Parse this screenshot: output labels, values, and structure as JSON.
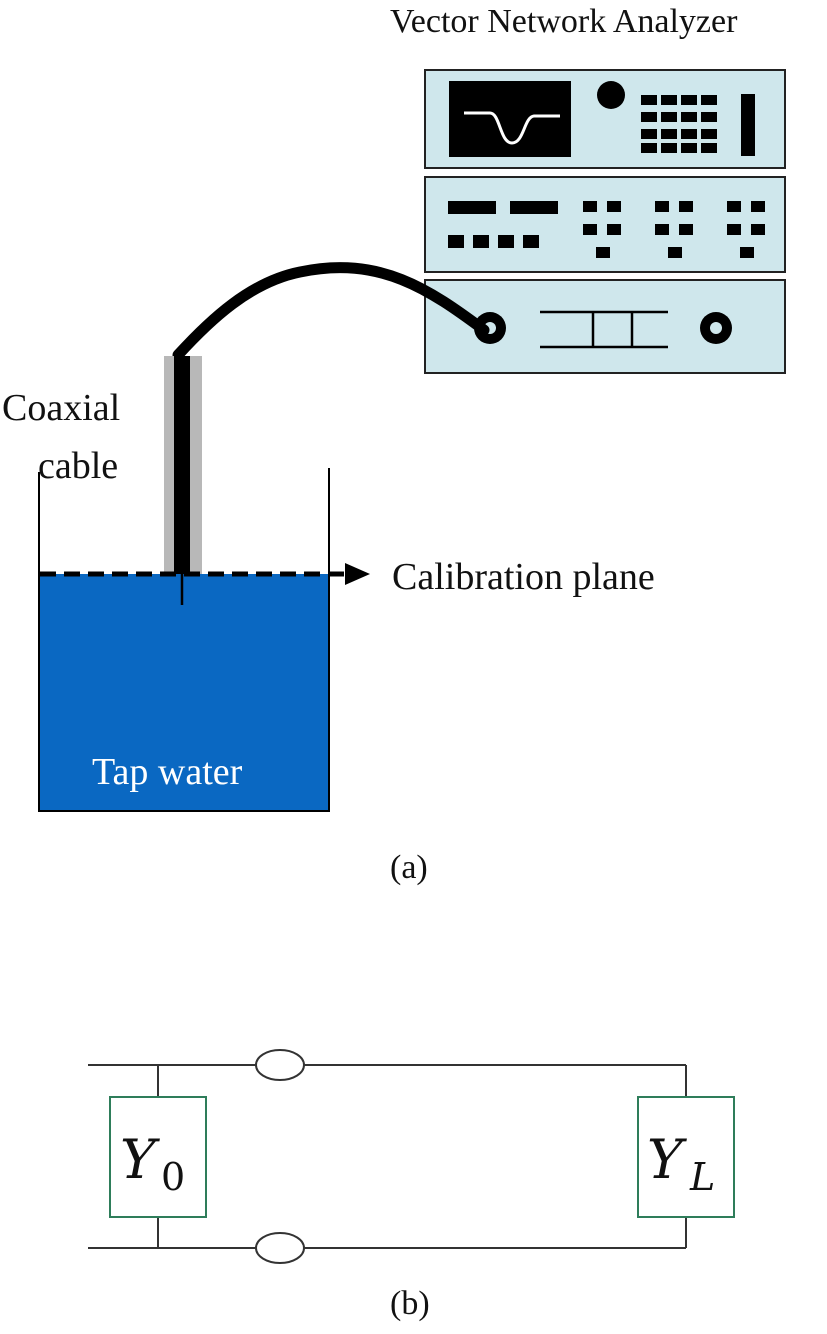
{
  "figure_a": {
    "instrument_label": "Vector Network Analyzer",
    "cable_label_line1": "Coaxial",
    "cable_label_line2": "cable",
    "plane_label": "Calibration plane",
    "liquid_label": "Tap water",
    "caption": "(a)",
    "colors": {
      "instrument_panel": "#cfe7ec",
      "water": "#0a68c2",
      "cable": "#000000",
      "cable_sleeve": "#b8b8b8"
    }
  },
  "figure_b": {
    "caption": "(b)",
    "left_admittance_symbol": "Y",
    "left_admittance_subscript": "0",
    "right_admittance_symbol": "Y",
    "right_admittance_subscript": "L",
    "colors": {
      "box_border": "#2e7d5a",
      "wire": "#333333"
    }
  }
}
